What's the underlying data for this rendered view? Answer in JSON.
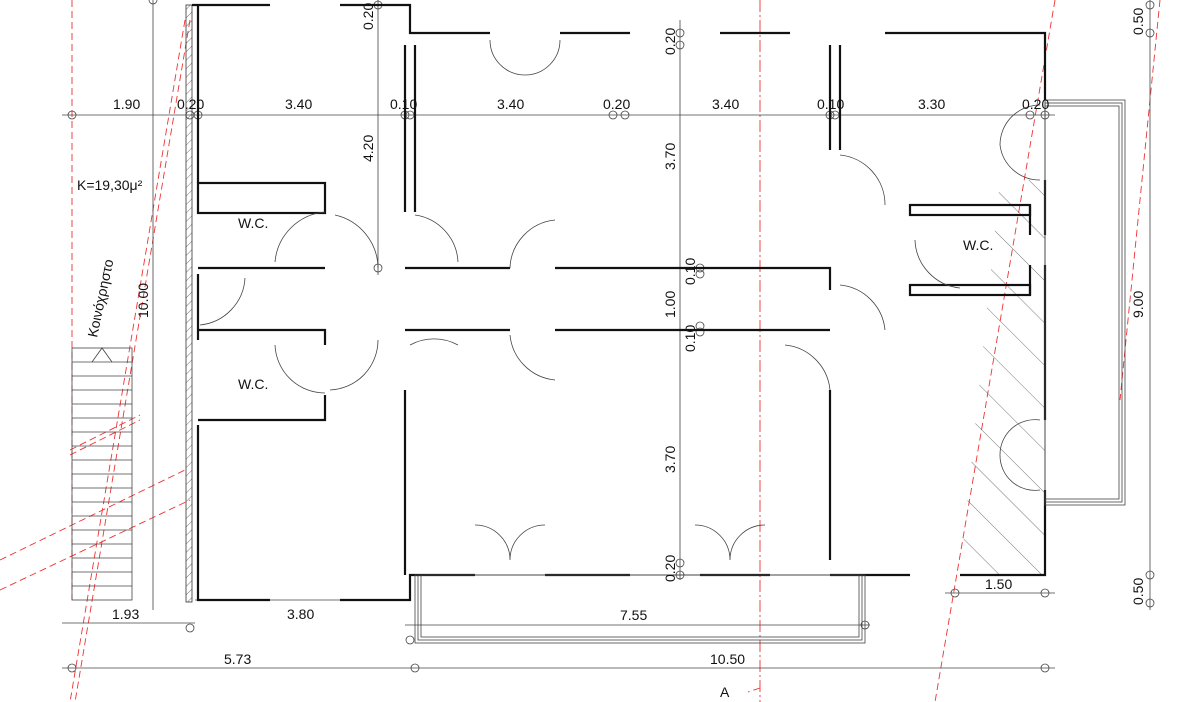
{
  "rooms": {
    "wc": "W.C.",
    "area_label": "K=19,30μ²",
    "shared_space": "Κοινόχρηστο"
  },
  "dims_top": [
    "1.90",
    "0.20",
    "3.40",
    "0.10",
    "3.40",
    "0.20",
    "3.40",
    "0.10",
    "3.30",
    "0.20"
  ],
  "dims_vertical": {
    "left_room": "4.20",
    "top_small": "0.20",
    "mid_top": "0.20",
    "room_top": "3.70",
    "wall_a": "0.10",
    "corridor": "1.00",
    "wall_b": "0.10",
    "room_bottom": "3.70",
    "mid_bottom": "0.20",
    "total_left": "10.00",
    "right_top": "0.50",
    "right_total": "9.00",
    "right_bottom": "0.50"
  },
  "dims_bottom": {
    "a": "1.93",
    "b": "3.80",
    "balcony": "7.55",
    "c": "1.50",
    "total_left": "5.73",
    "total_right": "10.50"
  },
  "section_marker": "A",
  "colors": {
    "walls": "#111111",
    "guides": "#ee3333"
  }
}
